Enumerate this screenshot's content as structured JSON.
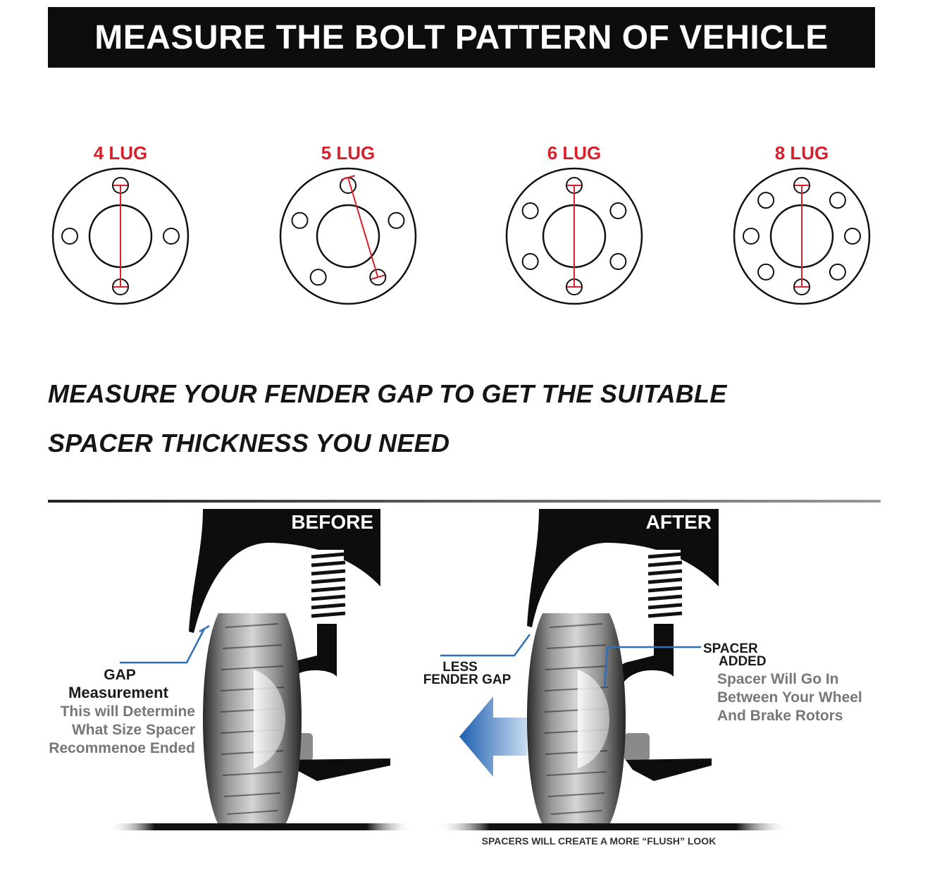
{
  "title": "MEASURE THE BOLT PATTERN OF VEHICLE",
  "lug_patterns": [
    {
      "label": "4 LUG",
      "holes": 4
    },
    {
      "label": "5 LUG",
      "holes": 5
    },
    {
      "label": "6 LUG",
      "holes": 6
    },
    {
      "label": "8 LUG",
      "holes": 8
    }
  ],
  "fender_instruction": {
    "line1": "MEASURE YOUR FENDER GAP TO GET THE SUITABLE",
    "line2": "SPACER THICKNESS YOU NEED"
  },
  "before_panel": {
    "label": "BEFORE",
    "gap_title_1": "GAP",
    "gap_title_2": "Measurement",
    "note_1": "This will Determine",
    "note_2": "What Size Spacer",
    "note_3": "Recommenoe Ended"
  },
  "after_panel": {
    "label": "AFTER",
    "less_gap_1": "LESS",
    "less_gap_2": "FENDER GAP",
    "spacer_1": "SPACER",
    "spacer_2": "ADDED",
    "spacer_note_1": "Spacer Will Go In",
    "spacer_note_2": "Between Your Wheel",
    "spacer_note_3": "And Brake Rotors",
    "footer": "SPACERS WILL CREATE A MORE “FLUSH” LOOK"
  },
  "colors": {
    "accent_red": "#d8202a",
    "gap_blue": "#2f6fb8",
    "arrow_blue": "#1d5fb0",
    "dark": "#0d0d0d",
    "gray_text": "#777777"
  }
}
